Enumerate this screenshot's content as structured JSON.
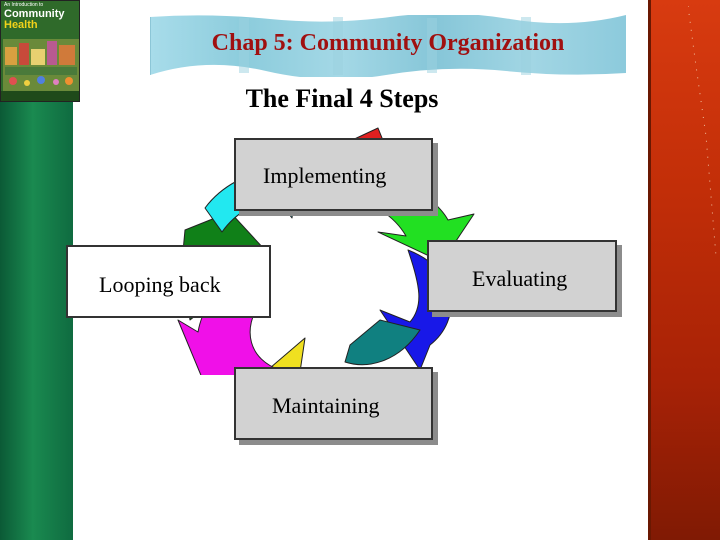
{
  "banner": {
    "title": "Chap 5: Community Organization"
  },
  "slide": {
    "heading": "The Final 4 Steps"
  },
  "book_cover": {
    "small": "An Introduction to",
    "line1": "Community",
    "line2": "Health"
  },
  "steps": {
    "implementing": "Implementing",
    "evaluating": "Evaluating",
    "maintaining": "Maintaining",
    "looping_back": "Looping back"
  },
  "colors": {
    "banner_text": "#a01010",
    "banner_fill": "#8fcfe0",
    "left_bar": "#1a8a50",
    "right_bar": "#c22e08",
    "arrow_red": "#e02020",
    "arrow_green": "#22e022",
    "arrow_blue": "#1818e8",
    "arrow_teal": "#108080",
    "arrow_yellow": "#f0e020",
    "arrow_magenta": "#f010e8",
    "arrow_darkgreen": "#108018",
    "arrow_cyan": "#22e8f0",
    "box_fill": "#d2d2d2"
  }
}
